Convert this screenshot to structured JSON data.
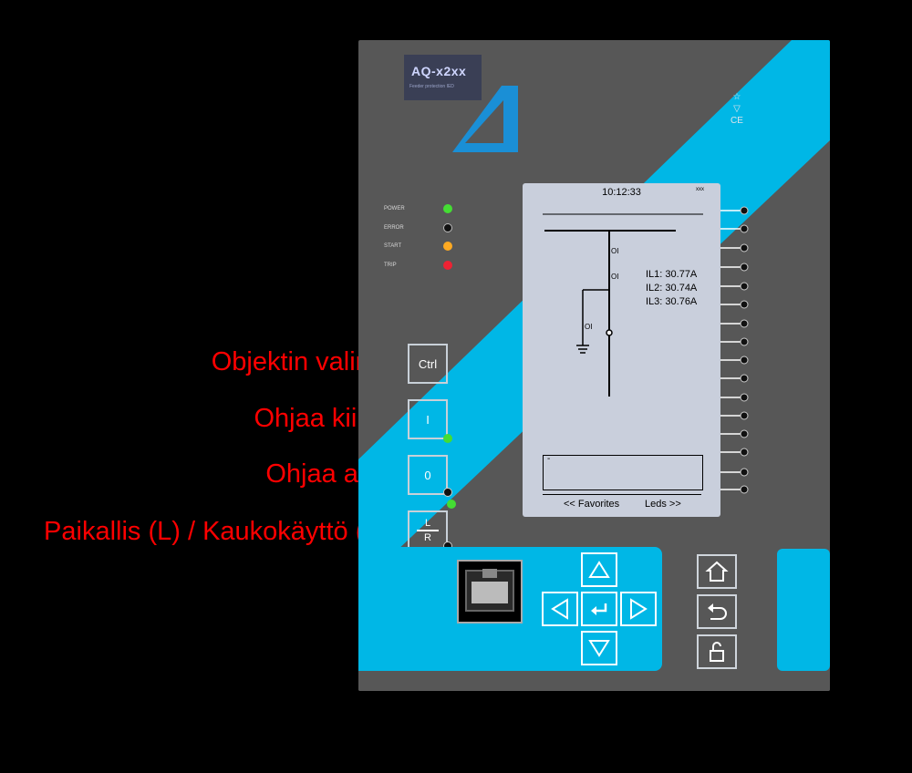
{
  "device": {
    "product_name": "AQ-x2xx",
    "product_subtitle": "Feeder protection IED",
    "cert_marks": "☆ ▽ CE",
    "leds": [
      {
        "label": "POWER",
        "color": "#44dd33"
      },
      {
        "label": "ERROR",
        "color": "#111111"
      },
      {
        "label": "START",
        "color": "#ffaa22"
      },
      {
        "label": "TRIP",
        "color": "#ee2233"
      }
    ]
  },
  "screen": {
    "time": "10:12:33",
    "status_icon": "xxx",
    "switch_label_1": "OI",
    "switch_label_2": "OI",
    "switch_label_3": "OI",
    "il1": "IL1: 30.77A",
    "il2": "IL2: 30.74A",
    "il3": "IL3: 30.76A",
    "message": "-",
    "nav_left": "<< Favorites",
    "nav_right": "Leds >>"
  },
  "buttons": {
    "ctrl": "Ctrl",
    "close": "I",
    "open": "0",
    "lr_top": "L",
    "lr_bottom": "R"
  },
  "annotations": {
    "object_select": "Objektin valinta",
    "control_close": "Ohjaa kiinni",
    "control_open": "Ohjaa auki",
    "local_remote": "Paikallis (L) / Kaukokäyttö (R)"
  },
  "icons": {
    "nav_up": "up-arrow-icon",
    "nav_down": "down-arrow-icon",
    "nav_left": "left-arrow-icon",
    "nav_right": "right-arrow-icon",
    "nav_enter": "enter-icon",
    "home": "home-icon",
    "back": "back-icon",
    "lock": "unlock-icon"
  },
  "colors": {
    "accent_cyan": "#00b7e6",
    "panel_gray": "#575757",
    "annotation_red": "#ff0000"
  }
}
